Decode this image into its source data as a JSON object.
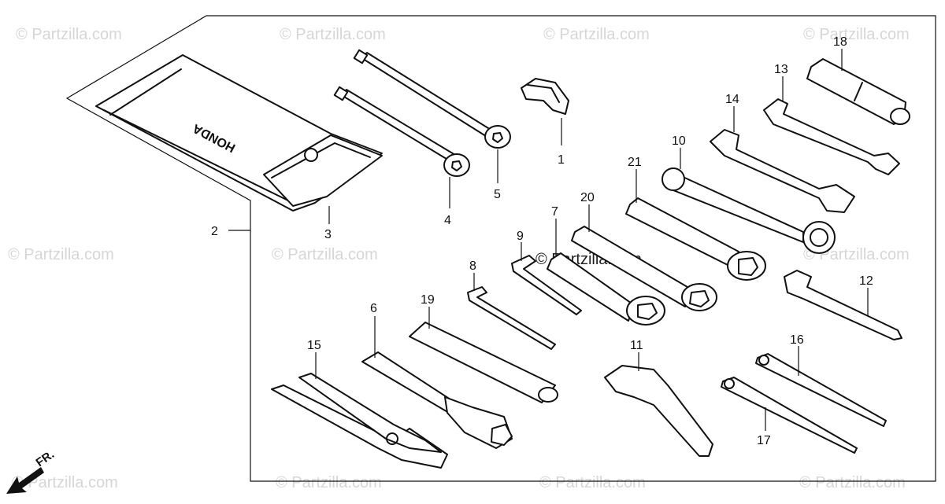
{
  "watermark": {
    "text": "© Partzilla.com",
    "center_text": "© Partzilla.com"
  },
  "pouch_logo": "HONDA",
  "direction_label": "FR.",
  "parts": [
    {
      "id": "1",
      "name": "hook-tool"
    },
    {
      "id": "2",
      "name": "tool-bag"
    },
    {
      "id": "3",
      "name": "tool-pouch"
    },
    {
      "id": "4",
      "name": "hex-bolt-short"
    },
    {
      "id": "5",
      "name": "hex-bolt-long"
    },
    {
      "id": "6",
      "name": "spark-plug-wrench"
    },
    {
      "id": "7",
      "name": "box-wrench-small"
    },
    {
      "id": "8",
      "name": "hex-key-small"
    },
    {
      "id": "9",
      "name": "hex-key-large"
    },
    {
      "id": "10",
      "name": "ring-wrench"
    },
    {
      "id": "11",
      "name": "pin-spanner"
    },
    {
      "id": "12",
      "name": "open-wrench-small"
    },
    {
      "id": "13",
      "name": "double-open-wrench-small"
    },
    {
      "id": "14",
      "name": "double-open-wrench-large"
    },
    {
      "id": "15",
      "name": "pliers"
    },
    {
      "id": "16",
      "name": "screwdriver-phillips"
    },
    {
      "id": "17",
      "name": "screwdriver-flat"
    },
    {
      "id": "18",
      "name": "screwdriver-handle"
    },
    {
      "id": "19",
      "name": "extension-bar"
    },
    {
      "id": "20",
      "name": "box-wrench-22"
    },
    {
      "id": "21",
      "name": "box-wrench-large"
    }
  ]
}
